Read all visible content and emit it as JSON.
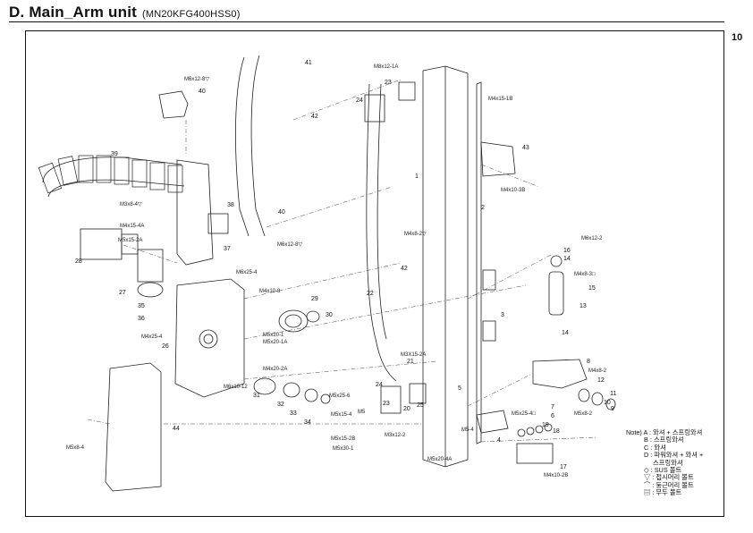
{
  "header": {
    "title": "D. Main_Arm unit",
    "model": "(MN20KFG400HSS0)",
    "page_number": "10"
  },
  "callouts": [
    "1",
    "2",
    "3",
    "4",
    "5",
    "6",
    "7",
    "8",
    "9",
    "10",
    "11",
    "12",
    "13",
    "14",
    "15",
    "16",
    "17",
    "18",
    "19",
    "20",
    "21",
    "22",
    "23",
    "24",
    "25",
    "26",
    "27",
    "28",
    "29",
    "30",
    "31",
    "32",
    "33",
    "34",
    "35",
    "36",
    "37",
    "38",
    "39",
    "40",
    "41",
    "42",
    "43",
    "44"
  ],
  "part_labels": [
    "M6x12-8▽",
    "M4x15-1B",
    "M8x12-1A",
    "M4x10-3B",
    "M3x8-4▽",
    "M4x15-4A",
    "M5x15-2A",
    "M6x12-8▽",
    "M6x25-4",
    "M4x10-8",
    "M4x8-2▽",
    "M6x12-2",
    "M4x8-3□",
    "M4x25-4",
    "M5x20-1",
    "M5x20-1A",
    "M4x20-2A",
    "M6x10-12",
    "M3X15-2A",
    "M5x25-6",
    "M5x15-4",
    "M5",
    "M5x15-2B",
    "M5x30-1",
    "M3x12-2",
    "M5x20-4A",
    "M5x25-4□",
    "M5-4",
    "M4x8-2",
    "M5x8-2",
    "M4x10-2B",
    "M5x8-4"
  ],
  "notes": [
    "Note) A : 와셔 + 스프링와셔",
    "B : 스프링와셔",
    "C : 와셔",
    "D : 파워와셔 + 와셔 +",
    "스프링와셔",
    "◇ : SUS 볼트",
    "▽ : 접시머리 볼트",
    "⌒ : 둥근머리 볼트",
    "▤ : 무두 볼트"
  ]
}
